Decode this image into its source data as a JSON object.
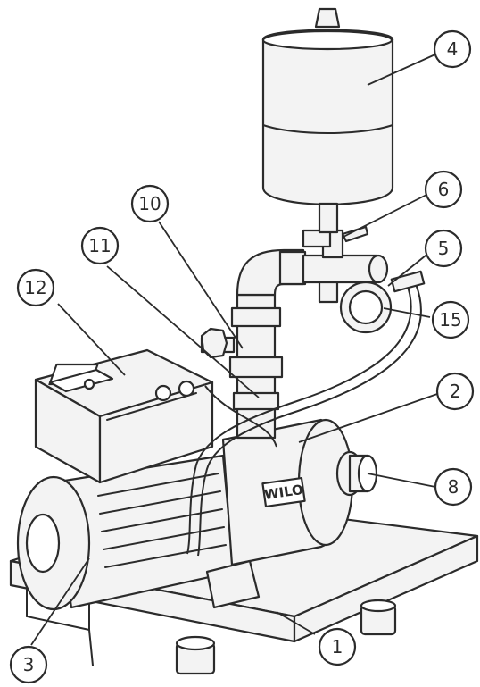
{
  "brand_logo": "WILO",
  "callouts": [
    {
      "id": "1",
      "label": "1"
    },
    {
      "id": "2",
      "label": "2"
    },
    {
      "id": "3",
      "label": "3"
    },
    {
      "id": "4",
      "label": "4"
    },
    {
      "id": "5",
      "label": "5"
    },
    {
      "id": "6",
      "label": "6"
    },
    {
      "id": "8",
      "label": "8"
    },
    {
      "id": "10",
      "label": "10"
    },
    {
      "id": "11",
      "label": "11"
    },
    {
      "id": "12",
      "label": "12"
    },
    {
      "id": "15",
      "label": "15"
    }
  ],
  "colors": {
    "ink": "#2b2b2b",
    "paper": "#ffffff",
    "fill": "#f3f3f3"
  }
}
